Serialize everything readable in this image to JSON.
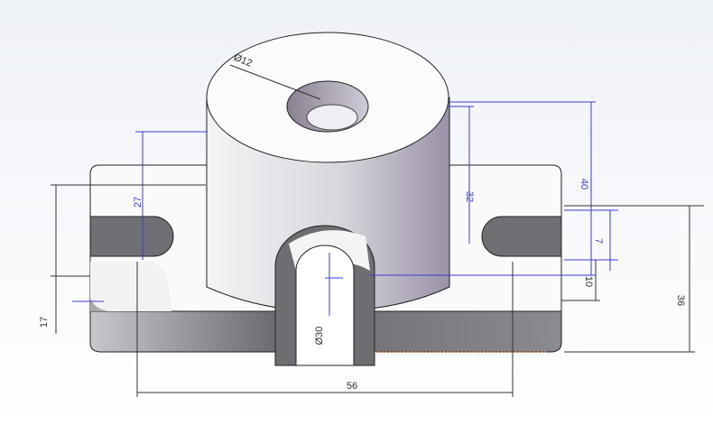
{
  "dimensions": {
    "hole_diameter": "Ø12",
    "slot_diameter": "Ø30",
    "d27": "27",
    "d32": "32",
    "d40": "40",
    "d7": "7",
    "d10": "10",
    "d36": "36",
    "d17": "17",
    "d56": "56"
  },
  "colors": {
    "model_dim": "#3a3ad8",
    "ref_dim": "#333333",
    "face_dark": "#6e6e72"
  }
}
